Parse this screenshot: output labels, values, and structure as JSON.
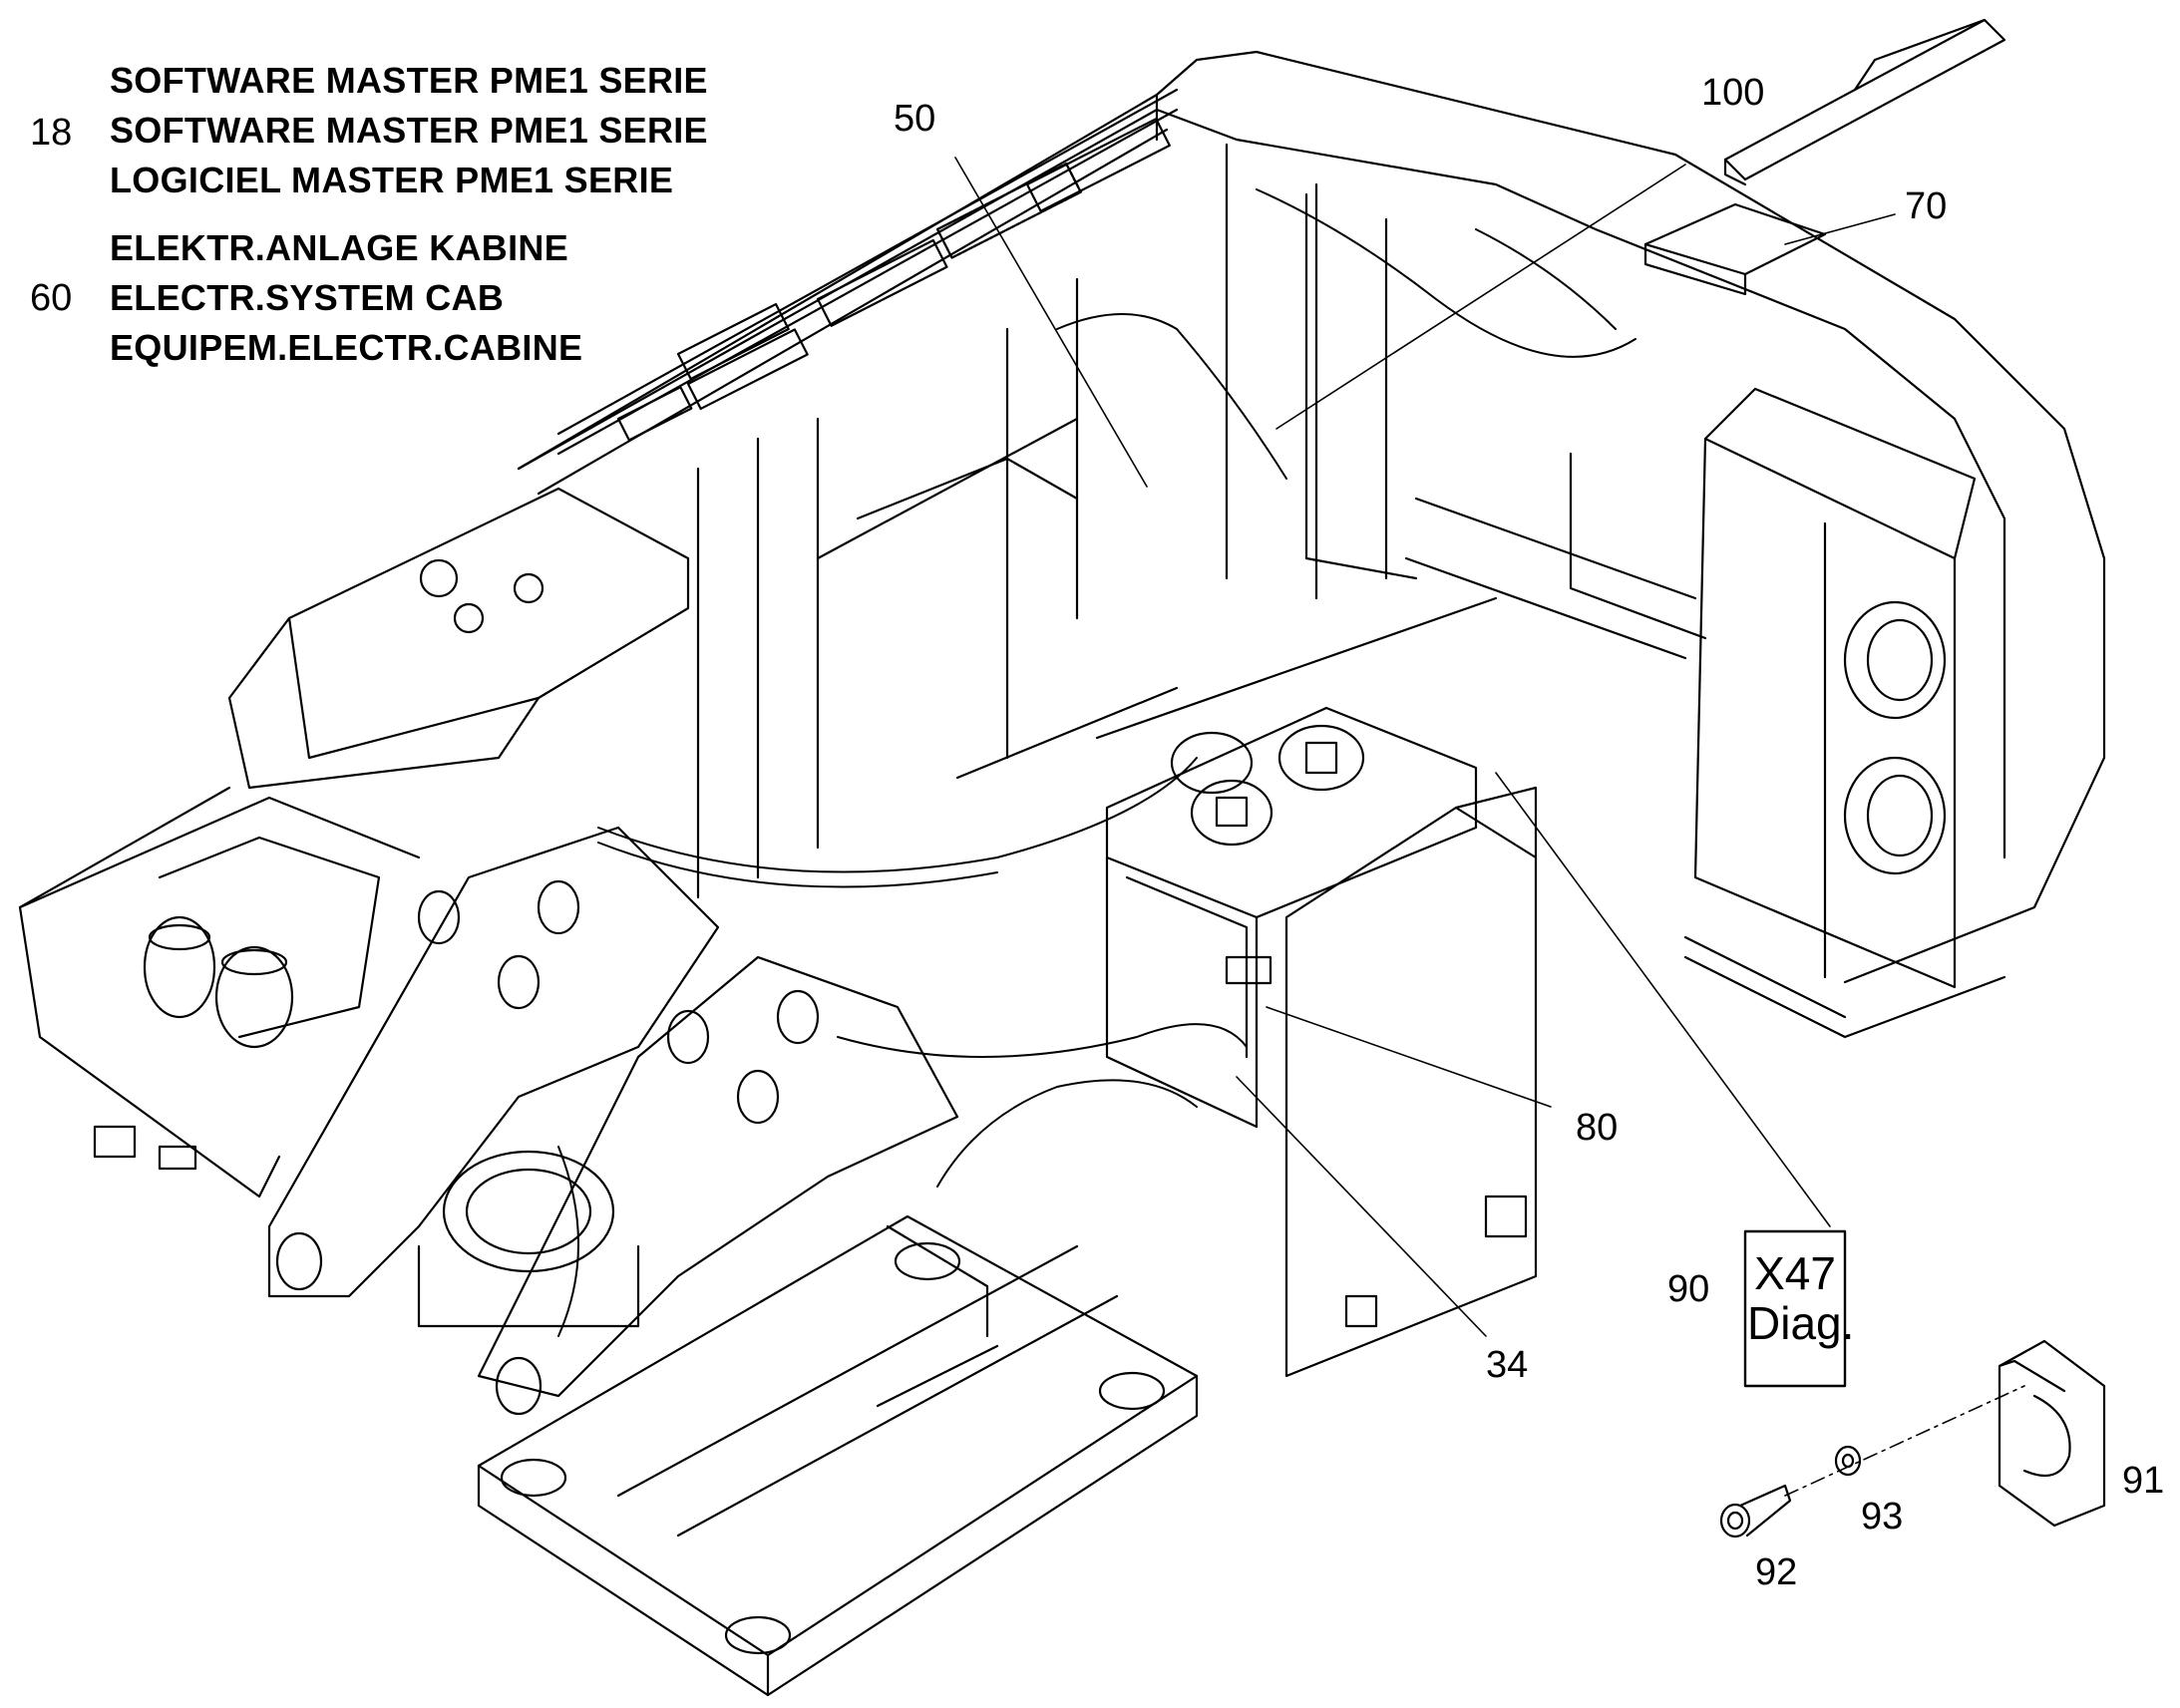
{
  "legend": [
    {
      "number": "18",
      "lines": [
        "SOFTWARE MASTER PME1 SERIE",
        "SOFTWARE MASTER PME1 SERIE",
        "LOGICIEL MASTER PME1 SERIE"
      ]
    },
    {
      "number": "60",
      "lines": [
        "ELEKTR.ANLAGE KABINE",
        "ELECTR.SYSTEM CAB",
        "EQUIPEM.ELECTR.CABINE"
      ]
    }
  ],
  "callouts": {
    "c50": "50",
    "c100": "100",
    "c70": "70",
    "c80": "80",
    "c34": "34",
    "c90": "90",
    "c91": "91",
    "c92": "92",
    "c93": "93"
  },
  "diag_label": {
    "line1": "X47",
    "line2": "Diag."
  }
}
